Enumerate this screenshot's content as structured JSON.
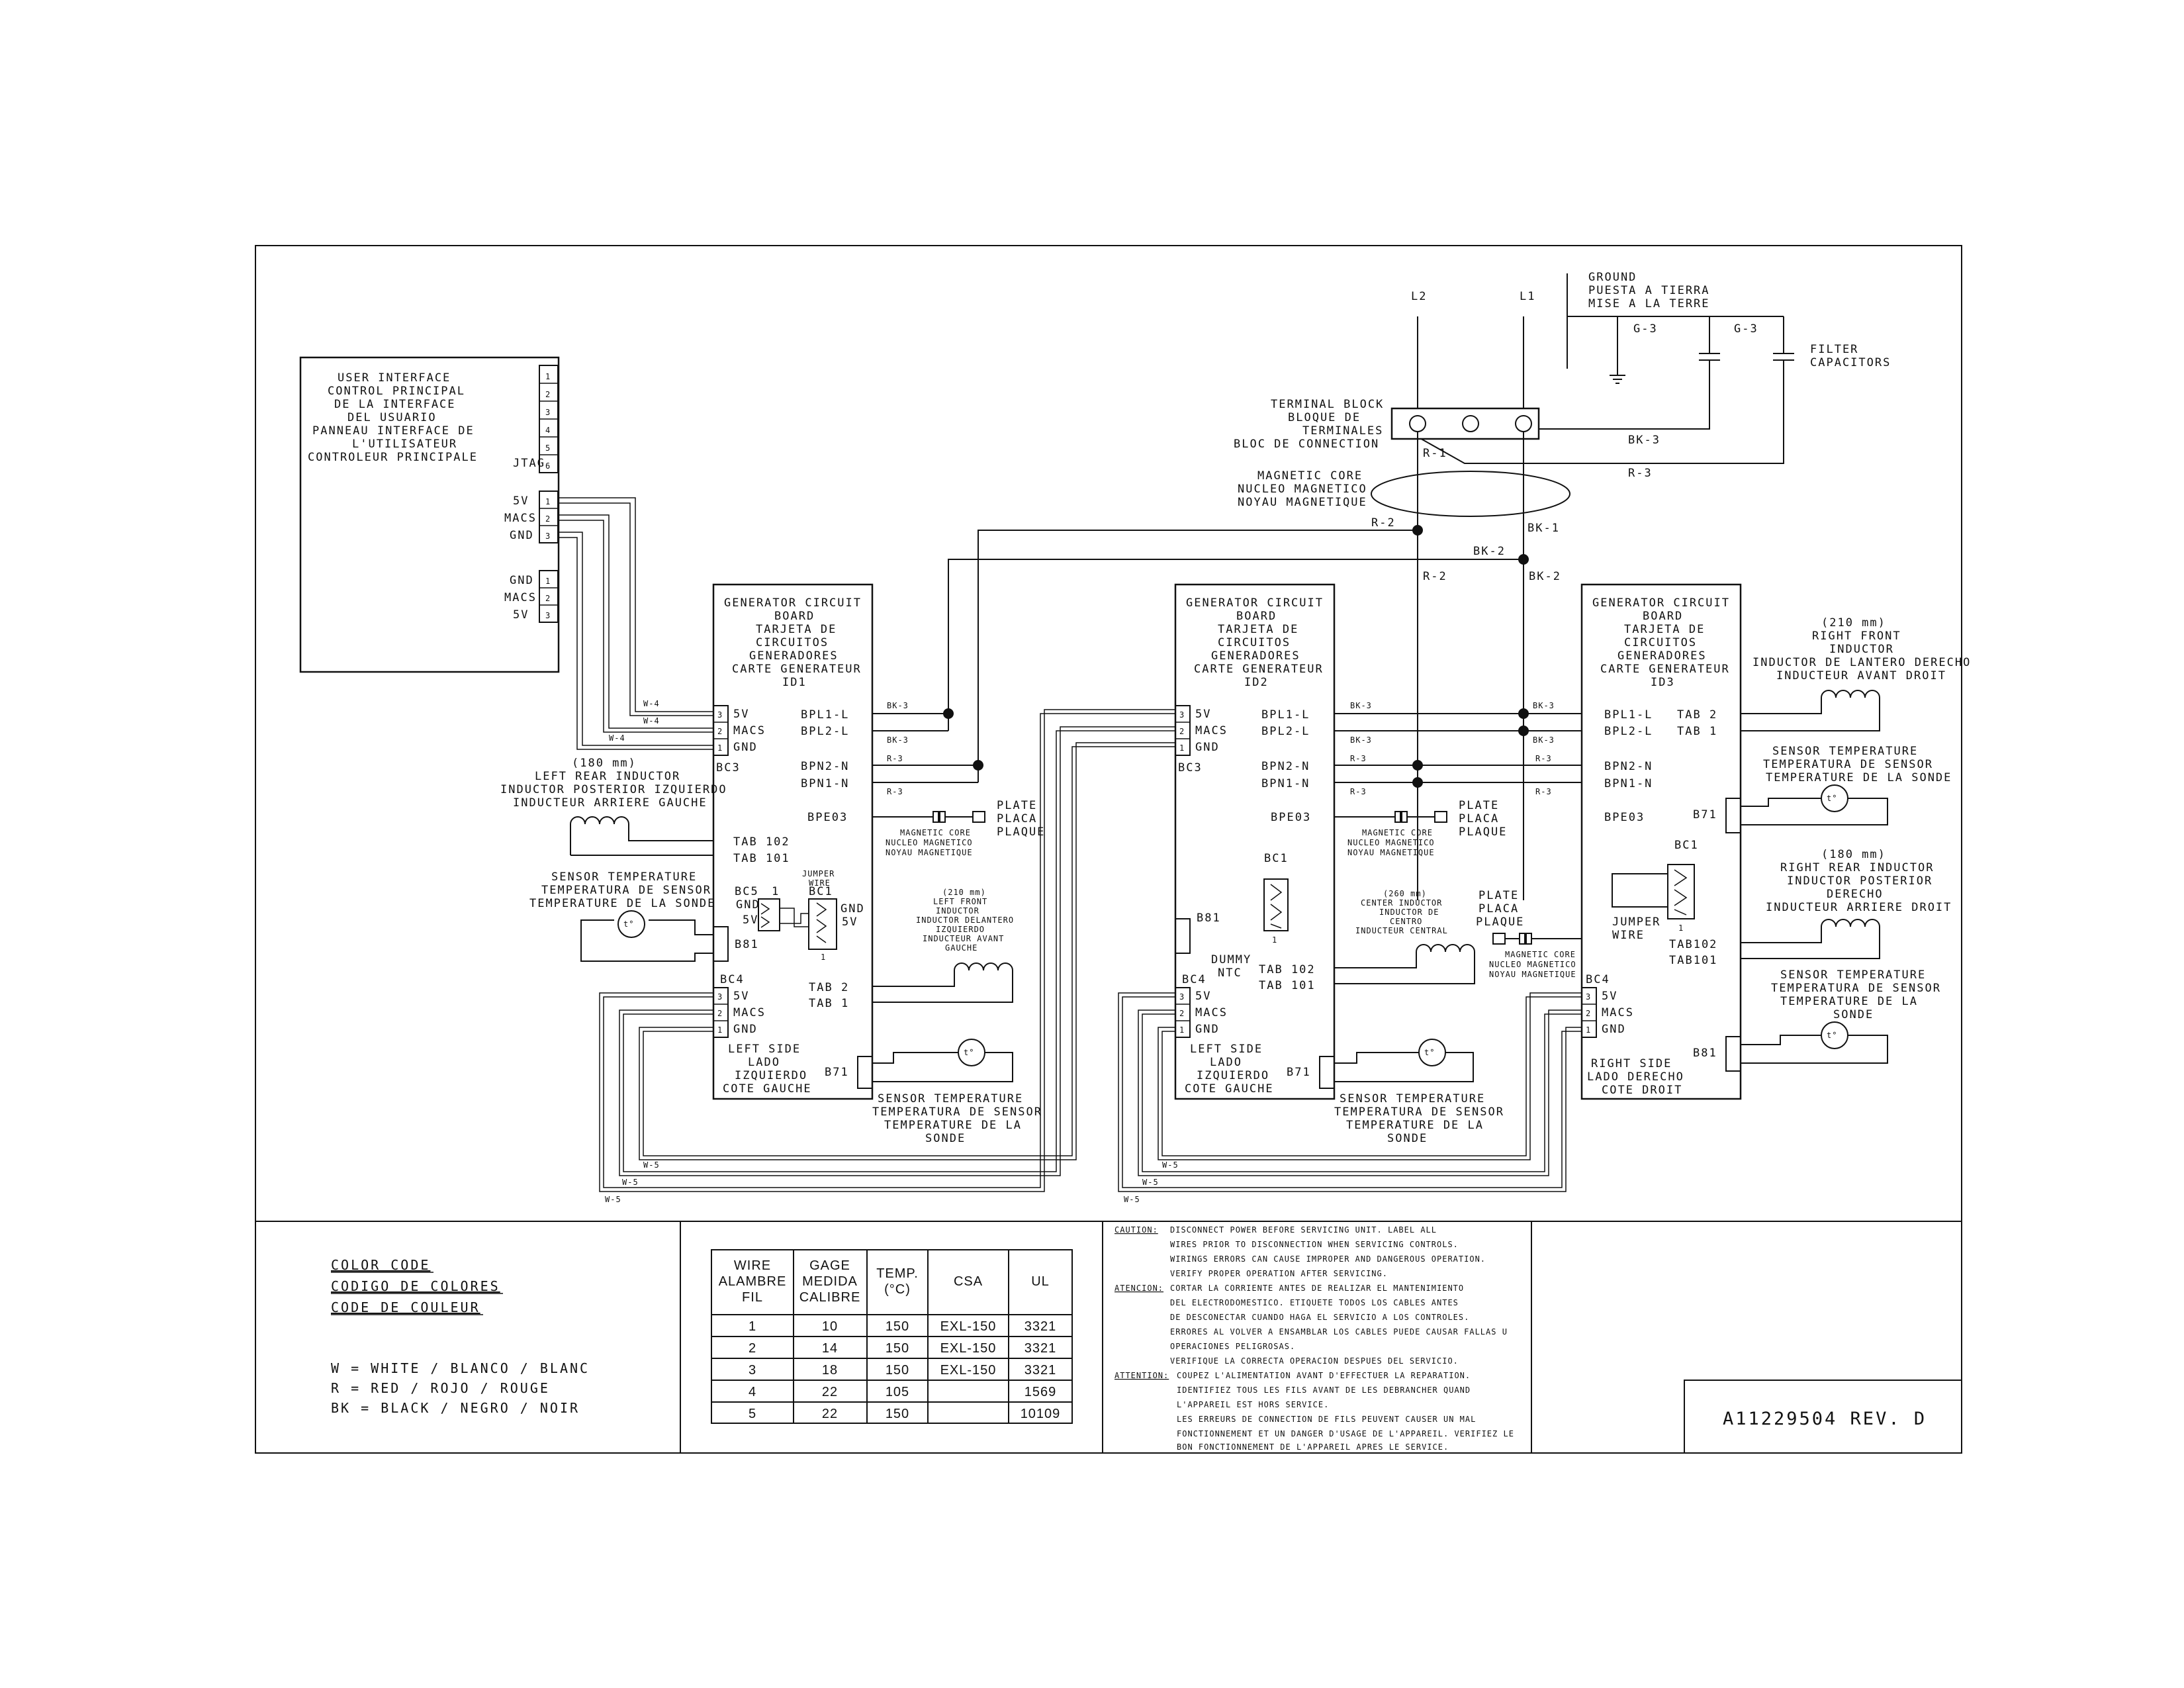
{
  "doc_number": "A11229504 REV. D",
  "power": {
    "l2": "L2",
    "l1": "L1",
    "ground_lines": [
      "GROUND",
      "PUESTA A TIERRA",
      "MISE A LA TERRE"
    ],
    "g3a": "G-3",
    "g3b": "G-3",
    "filter_lines": [
      "FILTER",
      "CAPACITORS"
    ],
    "terminal_lines": [
      "TERMINAL BLOCK",
      "BLOQUE DE",
      "TERMINALES",
      "BLOC DE CONNECTION"
    ],
    "core_lines": [
      "MAGNETIC CORE",
      "NUCLEO MAGNETICO",
      "NOYAU MAGNETIQUE"
    ],
    "r1": "R-1",
    "bk3": "BK-3",
    "r3": "R-3",
    "r2": "R-2",
    "bk1": "BK-1",
    "bk2": "BK-2"
  },
  "ui": {
    "lines": [
      "USER INTERFACE",
      "CONTROL PRINCIPAL",
      "DE LA INTERFACE",
      "DEL USUARIO",
      "PANNEAU INTERFACE DE",
      "L'UTILISATEUR",
      "CONTROLEUR PRINCIPALE"
    ],
    "jtag": "JTAG",
    "jtag_pins": [
      "1",
      "2",
      "3",
      "4",
      "5",
      "6"
    ],
    "conn1_labels": [
      "5V",
      "MACS",
      "GND"
    ],
    "conn1_pins": [
      "1",
      "2",
      "3"
    ],
    "conn2_labels": [
      "GND",
      "MACS",
      "5V"
    ],
    "conn2_pins": [
      "1",
      "2",
      "3"
    ]
  },
  "board_title_lines": [
    "GENERATOR CIRCUIT",
    "BOARD",
    "TARJETA DE",
    "CIRCUITOS",
    "GENERADORES",
    "CARTE GENERATEUR"
  ],
  "id1": "ID1",
  "id2": "ID2",
  "id3": "ID3",
  "pins": {
    "bpl1": "BPL1-L",
    "bpl2": "BPL2-L",
    "bpn2": "BPN2-N",
    "bpn1": "BPN1-N",
    "bpe03": "BPE03",
    "bc3": "BC3",
    "bc4": "BC4",
    "bc1": "BC1",
    "bc5": "BC5",
    "b81": "B81",
    "b71": "B71",
    "v5": "5V",
    "macs": "MACS",
    "gnd": "GND",
    "p1": "1",
    "p2": "2",
    "p3": "3",
    "tab102": "TAB 102",
    "tab101": "TAB 101",
    "tab2": "TAB 2",
    "tab1": "TAB 1",
    "tab102b": "TAB102",
    "tab101b": "TAB101"
  },
  "wires": {
    "w4": "W-4",
    "w5": "W-5",
    "bk3": "BK-3",
    "r3": "R-3"
  },
  "left_side_lines": [
    "LEFT SIDE",
    "LADO",
    "IZQUIERDO",
    "COTE GAUCHE"
  ],
  "right_side_lines": [
    "RIGHT SIDE",
    "LADO DERECHO",
    "COTE DROIT"
  ],
  "jumper_small": [
    "JUMPER",
    "WIRE"
  ],
  "jumper_big": [
    "JUMPER",
    "WIRE"
  ],
  "dummy_lines": [
    "DUMMY",
    "NTC"
  ],
  "plate_lines": [
    "PLATE",
    "PLACA",
    "PLAQUE"
  ],
  "core_small": [
    "MAGNETIC CORE",
    "NUCLEO MAGNETICO",
    "NOYAU MAGNETIQUE"
  ],
  "sensor_lines": [
    "SENSOR TEMPERATURE",
    "TEMPERATURA DE SENSOR",
    "TEMPERATURE DE LA SONDE"
  ],
  "sensor_lines4": [
    "SENSOR TEMPERATURE",
    "TEMPERATURA DE SENSOR",
    "TEMPERATURE DE LA",
    "SONDE"
  ],
  "temp_symbol": "t°",
  "inductors": {
    "left_rear": [
      "(180 mm)",
      "LEFT REAR INDUCTOR",
      "INDUCTOR POSTERIOR IZQUIERDO",
      "INDUCTEUR ARRIERE GAUCHE"
    ],
    "left_front": [
      "(210 mm)",
      "LEFT FRONT",
      "INDUCTOR",
      "INDUCTOR DELANTERO",
      "IZQUIERDO",
      "INDUCTEUR AVANT",
      "GAUCHE"
    ],
    "center": [
      "(260 mm)",
      "CENTER INDUCTOR",
      "INDUCTOR DE",
      "CENTRO",
      "INDUCTEUR CENTRAL"
    ],
    "right_front": [
      "(210 mm)",
      "RIGHT FRONT",
      "INDUCTOR",
      "INDUCTOR DE LANTERO DERECHO",
      "INDUCTEUR AVANT DROIT"
    ],
    "right_rear": [
      "(180 mm)",
      "RIGHT REAR INDUCTOR",
      "INDUCTOR POSTERIOR",
      "DERECHO",
      "INDUCTEUR ARRIERE DROIT"
    ]
  },
  "color_code": {
    "titles": [
      "COLOR CODE",
      "CODIGO DE COLORES",
      "CODE DE COULEUR"
    ],
    "entries": [
      "W  = WHITE / BLANCO / BLANC",
      "R  = RED / ROJO / ROUGE",
      "BK = BLACK / NEGRO / NOIR"
    ]
  },
  "wire_table": {
    "headers": [
      [
        "WIRE",
        "ALAMBRE",
        "FIL"
      ],
      [
        "GAGE",
        "MEDIDA",
        "CALIBRE"
      ],
      [
        "TEMP.",
        "(°C)"
      ],
      [
        "CSA"
      ],
      [
        "UL"
      ]
    ],
    "rows": [
      [
        "1",
        "10",
        "150",
        "EXL-150",
        "3321"
      ],
      [
        "2",
        "14",
        "150",
        "EXL-150",
        "3321"
      ],
      [
        "3",
        "18",
        "150",
        "EXL-150",
        "3321"
      ],
      [
        "4",
        "22",
        "105",
        "",
        "1569"
      ],
      [
        "5",
        "22",
        "150",
        "",
        "10109"
      ]
    ]
  },
  "notes": [
    {
      "label": "CAUTION:",
      "lines": [
        "DISCONNECT POWER BEFORE SERVICING UNIT. LABEL ALL",
        "WIRES PRIOR TO DISCONNECTION WHEN SERVICING CONTROLS.",
        "WIRINGS ERRORS CAN CAUSE IMPROPER AND DANGEROUS OPERATION.",
        "VERIFY PROPER OPERATION AFTER SERVICING."
      ]
    },
    {
      "label": "ATENCION:",
      "lines": [
        "CORTAR LA CORRIENTE ANTES DE REALIZAR EL MANTENIMIENTO",
        "DEL ELECTRODOMESTICO. ETIQUETE TODOS LOS CABLES ANTES",
        "DE DESCONECTAR CUANDO HAGA EL SERVICIO A LOS CONTROLES.",
        "ERRORES AL VOLVER A ENSAMBLAR LOS CABLES PUEDE CAUSAR FALLAS U",
        "OPERACIONES PELIGROSAS.",
        "VERIFIQUE LA CORRECTA OPERACION DESPUES DEL SERVICIO."
      ]
    },
    {
      "label": "ATTENTION:",
      "lines": [
        "COUPEZ L'ALIMENTATION AVANT D'EFFECTUER LA REPARATION.",
        "IDENTIFIEZ TOUS LES FILS AVANT DE LES DEBRANCHER QUAND",
        "L'APPAREIL EST HORS SERVICE.",
        "LES ERREURS DE CONNECTION DE FILS PEUVENT CAUSER UN MAL",
        "FONCTIONNEMENT ET UN DANGER D'USAGE DE L'APPAREIL. VERIFIEZ LE",
        "BON FONCTIONNEMENT DE L'APPAREIL APRES LE SERVICE."
      ]
    }
  ]
}
